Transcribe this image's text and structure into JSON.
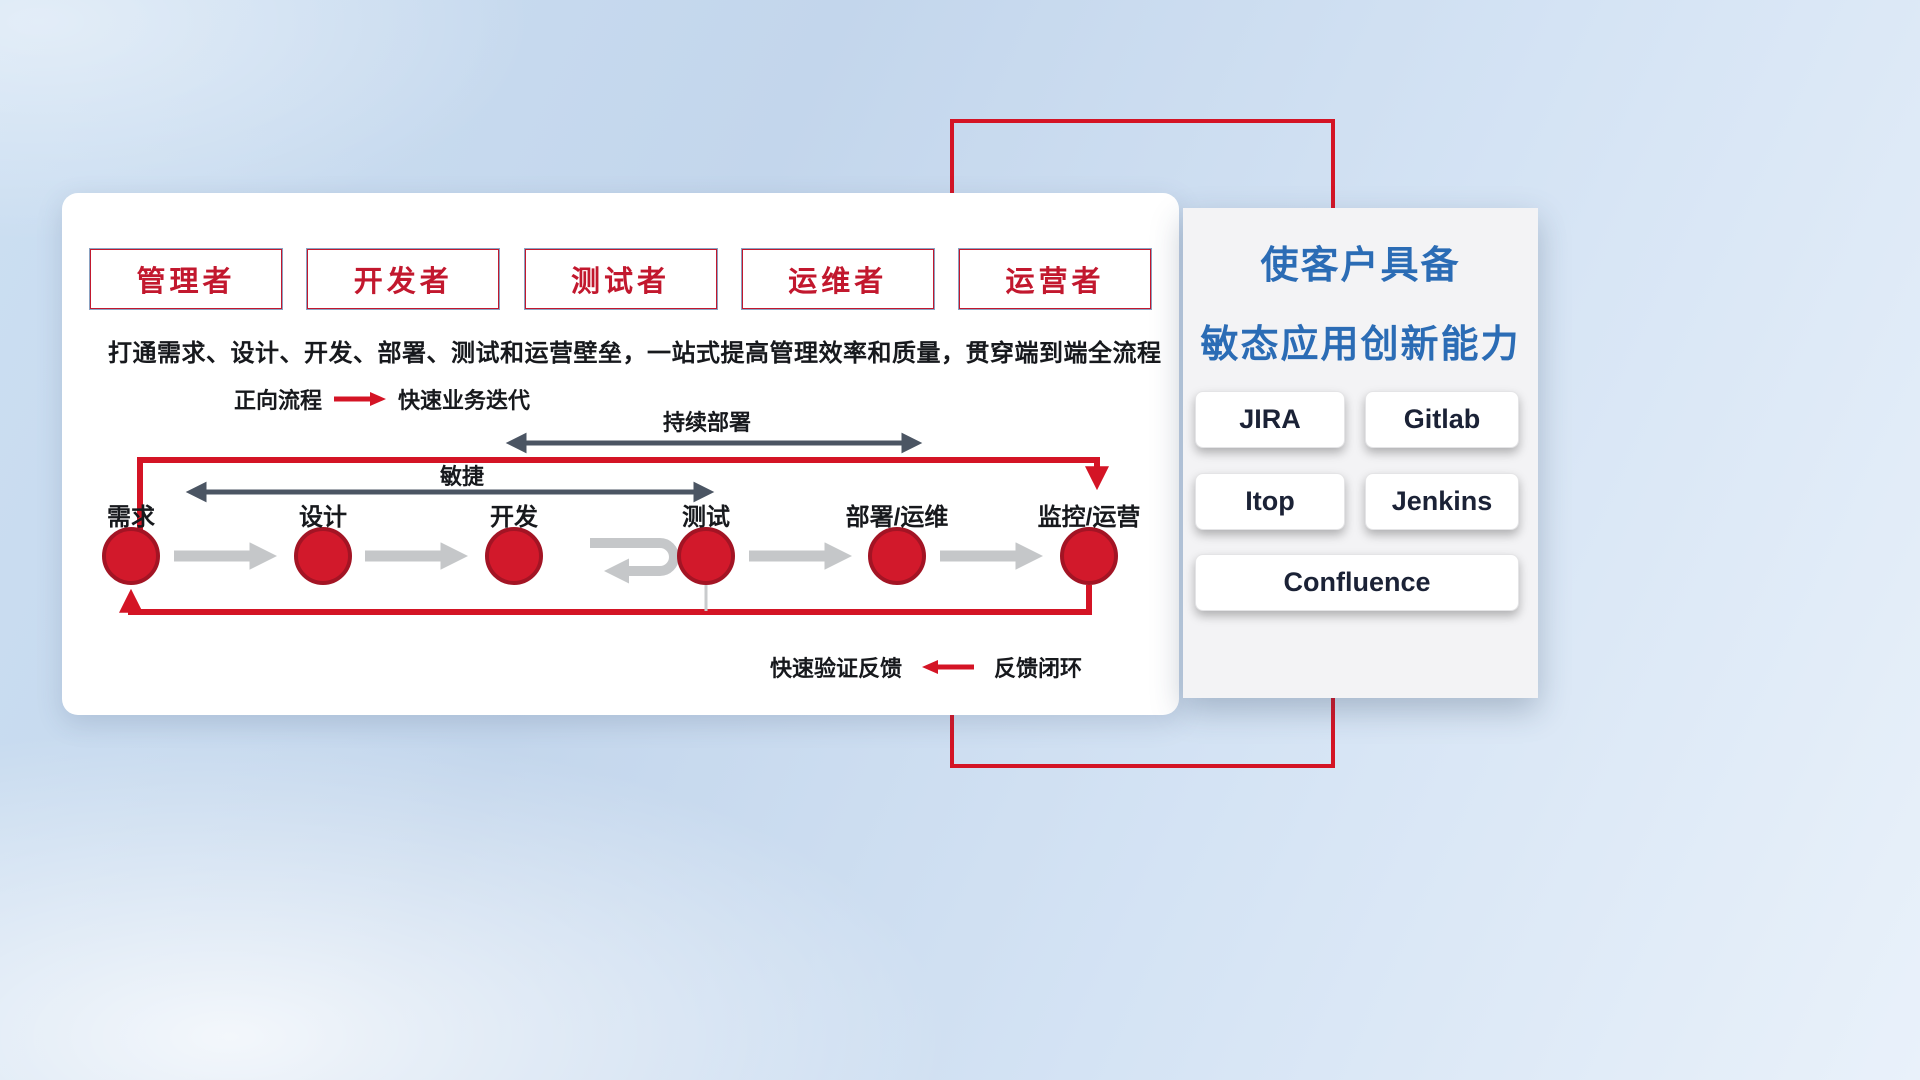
{
  "colors": {
    "accent_red": "#d41425",
    "circle_fill": "#d2192b",
    "dark_arrow": "#4b5563",
    "gray_arrow": "#c5c7c9",
    "title_blue": "#2b6cb5",
    "role_text_red": "#c2182e"
  },
  "roles": [
    {
      "label": "管理者"
    },
    {
      "label": "开发者"
    },
    {
      "label": "测试者"
    },
    {
      "label": "运维者"
    },
    {
      "label": "运营者"
    }
  ],
  "description": "打通需求、设计、开发、部署、测试和运营壁垒，一站式提高管理效率和质量，贯穿端到端全流程",
  "legend_forward": {
    "label": "正向流程",
    "value": "快速业务迭代"
  },
  "span_labels": {
    "continuous_deployment": "持续部署",
    "agile": "敏捷"
  },
  "stages": [
    {
      "label": "需求"
    },
    {
      "label": "设计"
    },
    {
      "label": "开发"
    },
    {
      "label": "测试"
    },
    {
      "label": "部署/运维"
    },
    {
      "label": "监控/运营"
    }
  ],
  "legend_feedback": {
    "label": "快速验证反馈",
    "value": "反馈闭环"
  },
  "right_panel": {
    "title_line1": "使客户具备",
    "title_line2": "敏态应用创新能力",
    "tools": [
      {
        "label": "JIRA"
      },
      {
        "label": "Gitlab"
      },
      {
        "label": "Itop"
      },
      {
        "label": "Jenkins"
      },
      {
        "label": "Confluence"
      }
    ]
  }
}
